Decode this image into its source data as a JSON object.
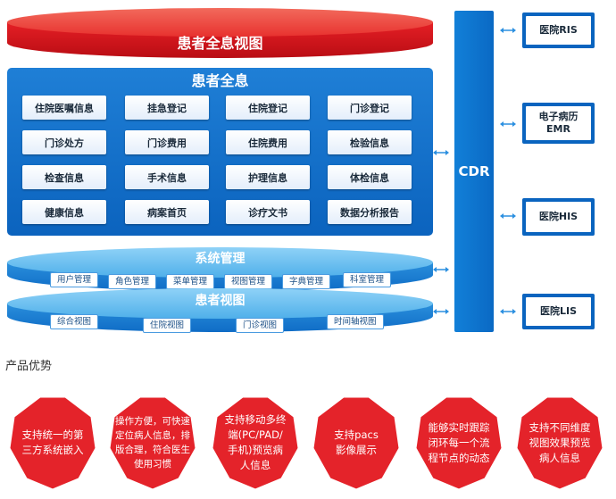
{
  "header_disc": {
    "title": "患者全息视图"
  },
  "info_panel": {
    "title": "患者全息",
    "cells": [
      "住院医嘱信息",
      "挂急登记",
      "住院登记",
      "门诊登记",
      "门诊处方",
      "门诊费用",
      "住院费用",
      "检验信息",
      "检查信息",
      "手术信息",
      "护理信息",
      "体检信息",
      "健康信息",
      "病案首页",
      "诊疗文书",
      "数据分析报告"
    ]
  },
  "system_disc": {
    "title": "系统管理",
    "pills": [
      "用户管理",
      "角色管理",
      "菜单管理",
      "视图管理",
      "字典管理",
      "科室管理"
    ]
  },
  "view_disc": {
    "title": "患者视图",
    "pills": [
      "综合视图",
      "住院视图",
      "门诊视图",
      "时间轴视图"
    ]
  },
  "cdr": {
    "label": "CDR"
  },
  "systems": [
    {
      "label": "医院RIS"
    },
    {
      "label": "电子病历\nEMR"
    },
    {
      "label": "医院HIS"
    },
    {
      "label": "医院LIS"
    }
  ],
  "advantages": {
    "heading": "产品优势",
    "items": [
      "支持统一的第\n三方系统嵌入",
      "操作方便，可快速\n定位病人信息，排\n版合理，符合医生\n使用习惯",
      "支持移动多终\n端(PC/PAD/\n手机)预览病\n人信息",
      "支持pacs\n影像展示",
      "能够实时跟踪\n闭环每一个流\n程节点的动态",
      "支持不同维度\n视图效果预览\n病人信息"
    ]
  },
  "colors": {
    "red_primary": "#e8232a",
    "blue_primary": "#0b66c2",
    "sky_disc": "#5fb8ef"
  }
}
